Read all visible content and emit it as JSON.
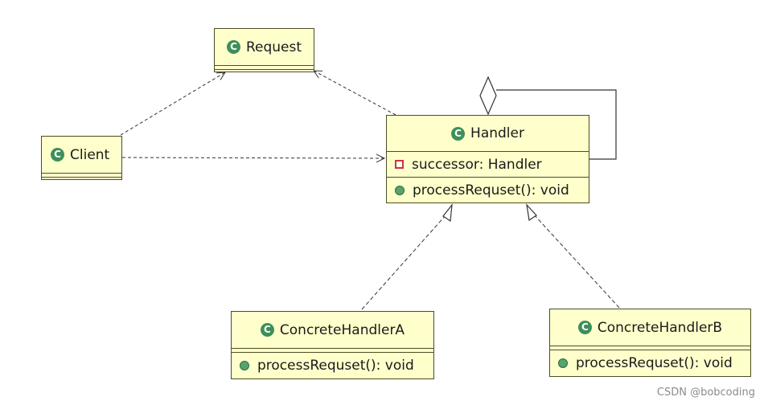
{
  "classes": {
    "request": {
      "name": "Request"
    },
    "client": {
      "name": "Client"
    },
    "handler": {
      "name": "Handler",
      "attribute": "successor: Handler",
      "operation": "processRequset(): void"
    },
    "concrete_a": {
      "name": "ConcreteHandlerA",
      "operation": "processRequset(): void"
    },
    "concrete_b": {
      "name": "ConcreteHandlerB",
      "operation": "processRequset(): void"
    }
  },
  "class_icon_glyph": "C",
  "icons": {
    "class": "class-icon",
    "public_method": "public-method-icon",
    "private_field": "private-field-icon"
  },
  "relationships": [
    {
      "from": "Client",
      "to": "Request",
      "kind": "dependency"
    },
    {
      "from": "Client",
      "to": "Handler",
      "kind": "dependency"
    },
    {
      "from": "Handler",
      "to": "Request",
      "kind": "dependency"
    },
    {
      "from": "Handler",
      "to": "Handler",
      "kind": "aggregation"
    },
    {
      "from": "ConcreteHandlerA",
      "to": "Handler",
      "kind": "generalization"
    },
    {
      "from": "ConcreteHandlerB",
      "to": "Handler",
      "kind": "generalization"
    }
  ],
  "colors": {
    "class_fill": "#ffffcc",
    "class_border": "#4d4d26",
    "class_icon": "#3d8f5a"
  },
  "watermark": "CSDN @bobcoding"
}
